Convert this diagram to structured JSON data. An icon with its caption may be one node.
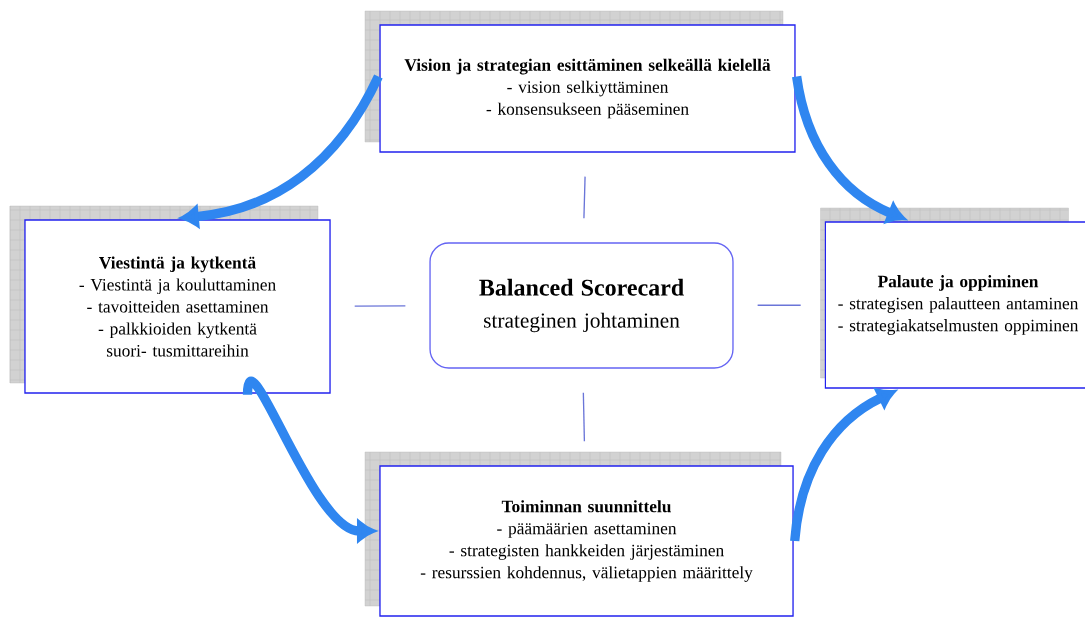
{
  "diagram": {
    "nodes": [
      {
        "text": [
          "Balanced Scorecard",
          "strateginen johtaminen"
        ]
      },
      {
        "text": [
          "Vision ja strategian esittäminen selkeällä kielellä",
          "- vision selkiyttäminen",
          "- konsensukseen pääseminen"
        ]
      },
      {
        "text": [
          "Viestintä ja kytkentä",
          "- Viestintä ja kouluttaminen",
          "- tavoitteiden asettaminen",
          "- palkkioiden kytkentä suori- tusmittareihin"
        ]
      },
      {
        "text": [
          "Palaute ja oppiminen",
          "- strategisen palautteen antaminen",
          "- strategiakatselmusten oppiminen"
        ]
      },
      {
        "text": [
          "Toiminnan suunnittelu",
          "- päämäärien asettaminen",
          "- strategisten hankkeiden järjestäminen",
          "- resurssien kohdennus, välietappien määrittely"
        ]
      }
    ],
    "edges": [
      {
        "from": 0,
        "to": 1,
        "arrow": "none"
      },
      {
        "from": 0,
        "to": 2,
        "arrow": "none"
      },
      {
        "from": 0,
        "to": 3,
        "arrow": "none"
      },
      {
        "from": 0,
        "to": 4,
        "arrow": "none"
      },
      {
        "from": 1,
        "to": 2,
        "arrow": "to",
        "style": "thick",
        "color": "#2f86f0"
      },
      {
        "from": 2,
        "to": 4,
        "arrow": "to",
        "style": "thick",
        "color": "#2f86f0"
      },
      {
        "from": 4,
        "to": 3,
        "arrow": "to",
        "style": "thick",
        "color": "#2f86f0"
      },
      {
        "from": 1,
        "to": 3,
        "arrow": "to",
        "style": "thick",
        "color": "#2f86f0"
      }
    ]
  }
}
